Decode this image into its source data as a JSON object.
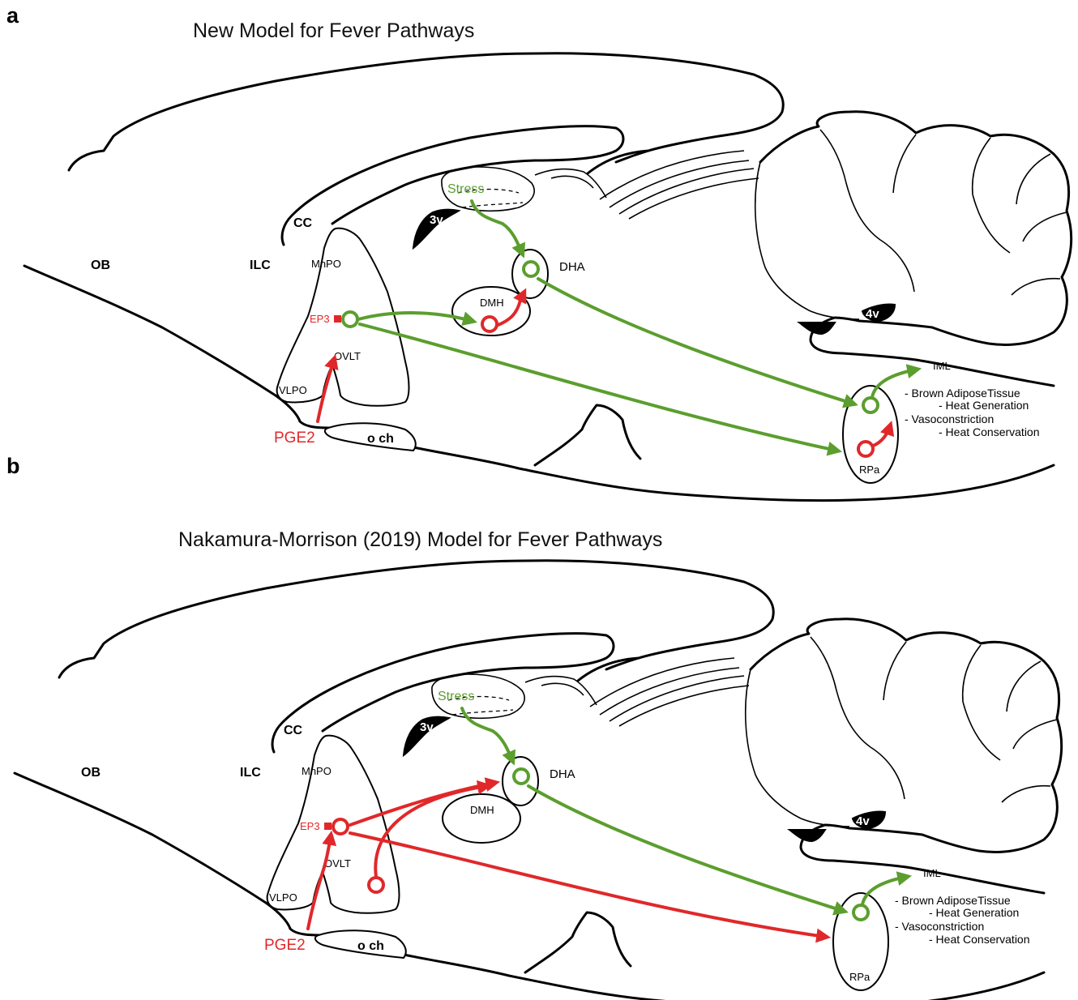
{
  "colors": {
    "excitatory": "#5b9e2e",
    "inhibitory": "#e0282a"
  },
  "panels": [
    {
      "letter": "a",
      "title": "New Model for Fever Pathways",
      "labels": {
        "ob": "OB",
        "ilc": "ILC",
        "cc": "CC",
        "v3": "3v",
        "v4": "4v",
        "mnpo": "MnPO",
        "ep3": "EP3",
        "ovlt": "OVLT",
        "vlpo": "VLPO",
        "pge2": "PGE2",
        "och": "o ch",
        "stress": "Stress",
        "dha": "DHA",
        "dmh": "DMH",
        "rpa": "RPa",
        "iml": "IML"
      },
      "effects": [
        "- Brown AdiposeTissue",
        "- Heat Generation",
        "- Vasoconstriction",
        "- Heat Conservation"
      ]
    },
    {
      "letter": "b",
      "title": "Nakamura-Morrison (2019) Model for Fever Pathways",
      "labels": {
        "ob": "OB",
        "ilc": "ILC",
        "cc": "CC",
        "v3": "3v",
        "v4": "4v",
        "mnpo": "MnPO",
        "ep3": "EP3",
        "ovlt": "OVLT",
        "vlpo": "VLPO",
        "pge2": "PGE2",
        "och": "o ch",
        "stress": "Stress",
        "dha": "DHA",
        "dmh": "DMH",
        "rpa": "RPa",
        "iml": "IML"
      },
      "effects": [
        "- Brown AdiposeTissue",
        "- Heat Generation",
        "- Vasoconstriction",
        "- Heat Conservation"
      ]
    }
  ]
}
